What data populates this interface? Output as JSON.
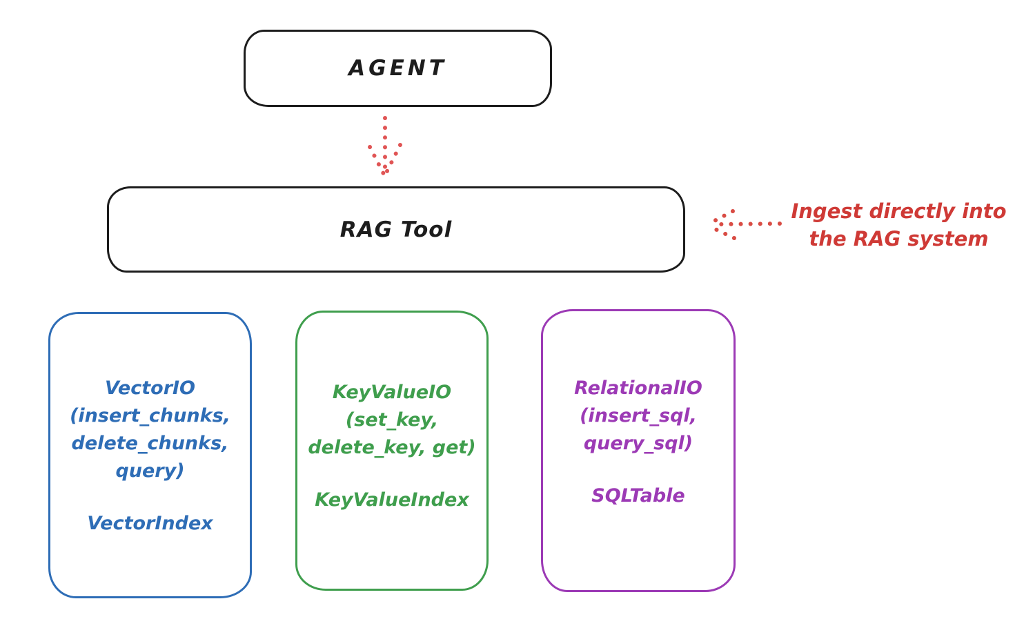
{
  "diagram": {
    "agent_box": {
      "label": "AGENT",
      "border_color": "#1d1d1d"
    },
    "rag_box": {
      "label": "RAG Tool",
      "border_color": "#1d1d1d"
    },
    "flow_arrow": {
      "color": "#e05555"
    },
    "annotation": {
      "color": "#cf3a36",
      "line1": "Ingest directly into",
      "line2": "the RAG system",
      "arrow_color": "#d94c44"
    },
    "backends": [
      {
        "id": "vector-io",
        "color": "#2e6db6",
        "title": "VectorIO",
        "params": [
          "(insert_chunks,",
          "delete_chunks,",
          "query)"
        ],
        "index_label": "VectorIndex"
      },
      {
        "id": "keyvalue-io",
        "color": "#3f9e4d",
        "title": "KeyValueIO",
        "params": [
          "(set_key,",
          "delete_key, get)"
        ],
        "index_label": "KeyValueIndex"
      },
      {
        "id": "relational-io",
        "color": "#9c3ab5",
        "title": "RelationalIO",
        "params": [
          "(insert_sql,",
          "query_sql)"
        ],
        "index_label": "SQLTable"
      }
    ]
  }
}
